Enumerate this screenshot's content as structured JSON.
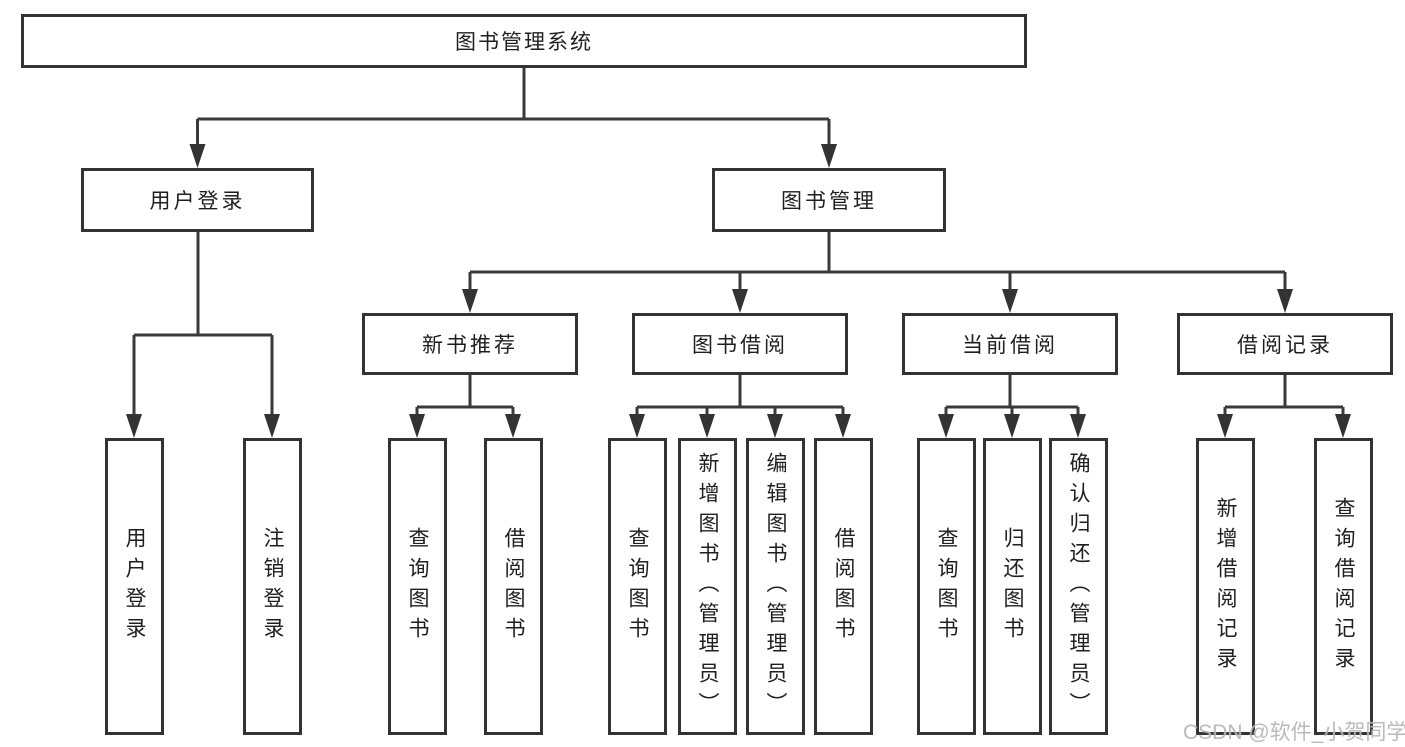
{
  "tree": {
    "root": "图书管理系统",
    "children": [
      {
        "label": "用户登录",
        "children": [
          {
            "label": "用户登录"
          },
          {
            "label": "注销登录"
          }
        ]
      },
      {
        "label": "图书管理",
        "children": [
          {
            "label": "新书推荐",
            "children": [
              {
                "label": "查询图书"
              },
              {
                "label": "借阅图书"
              }
            ]
          },
          {
            "label": "图书借阅",
            "children": [
              {
                "label": "查询图书"
              },
              {
                "label": "新增图书（管理员）"
              },
              {
                "label": "编辑图书（管理员）"
              },
              {
                "label": "借阅图书"
              }
            ]
          },
          {
            "label": "当前借阅",
            "children": [
              {
                "label": "查询图书"
              },
              {
                "label": "归还图书"
              },
              {
                "label": "确认归还（管理员）"
              }
            ]
          },
          {
            "label": "借阅记录",
            "children": [
              {
                "label": "新增借阅记录"
              },
              {
                "label": "查询借阅记录"
              }
            ]
          }
        ]
      }
    ]
  },
  "watermark": "CSDN @软件_小贺同学",
  "colors": {
    "line": "#3a3a3a",
    "border": "#333333",
    "text": "#1f1f1f",
    "watermark": "#b3b3b3",
    "background": "#ffffff"
  }
}
